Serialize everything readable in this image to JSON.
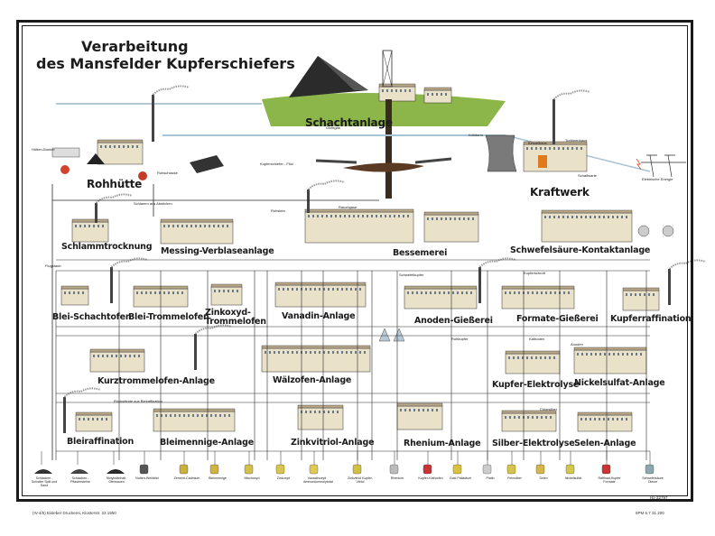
{
  "title": {
    "line1": "Verarbeitung",
    "line2": "des Mansfelder Kupferschiefers"
  },
  "sections": {
    "schachtanlage": "Schachtanlage",
    "rohhuette": "Rohhütte",
    "kraftwerk": "Kraftwerk",
    "schlammtrocknung": "Schlammtrocknung",
    "messing": "Messing-Verblaseanlage",
    "bessemerei": "Bessemerei",
    "schwefelsaeure": "Schwefelsäure-Kontaktanlage",
    "blei_schacht": "Blei-Schachtofen",
    "blei_trommel": "Blei-Trommelofen",
    "zinkoxyd": "Zinkoxyd-Trommelofen",
    "vanadin": "Vanadin-Anlage",
    "anoden": "Anoden-Gießerei",
    "formate": "Formate-Gießerei",
    "kupferraffination": "Kupferraffination",
    "kurztrommel": "Kurztrommelofen-Anlage",
    "waelzofen": "Wälzofen-Anlage",
    "kupfer_elektrolyse": "Kupfer-Elektrolyse",
    "nickelsulfat": "Nickelsulfat-Anlage",
    "bleiraffination": "Bleiraffination",
    "bleimennige": "Bleimennige-Anlage",
    "zinkvitriol": "Zinkvitriol-Anlage",
    "rhenium": "Rhenium-Anlage",
    "silber": "Silber-Elektrolyse",
    "selen": "Selen-Anlage"
  },
  "small_labels": {
    "gichtgas": "Gichtgas",
    "huettenbunker": "Hütten-Bunker",
    "rohschlacke": "Rohschlacke",
    "kupferschiefer": "Kupferschiefer - Flöz",
    "kuehlturm": "Kühlturm",
    "kesselhaus": "Kesselhaus",
    "turbinenhaus": "Turbinenhaus",
    "schaltwarte": "Schaltwarte",
    "elektrische_energie": "Elektrische Energie",
    "schlamm": "Schlamm aus Abstichen",
    "rohstein": "Rohstein",
    "rauchgase": "Rauchgase",
    "schwefelkupfer": "Schwefelkupfer",
    "kupferschrott": "Kupferschrott",
    "rohkupfer": "Rohkupfer",
    "kathoden": "Kathoden",
    "anoden_sm": "Anoden",
    "rueckstaende": "Rückstände aus Bleiraffination",
    "chlorsilber": "Chlorsilber",
    "flugstaub": "Flugstaub"
  },
  "products": [
    "Schlacken - Schotter Split und Sand",
    "Schlacken - Pflastersteine",
    "Molybdänhalt. Ofensauen",
    "Nutten-Werkblei",
    "Zement-Cadmium",
    "Bleimennige",
    "Mischoxyd",
    "Zinkoxyd",
    "Vanadinoxyd Ammoniummolybdat",
    "Zinkvitriol Kupfer-Vitriol",
    "Rhenium",
    "Kupfer-Kathoden",
    "Gold Palladium",
    "Platin",
    "Feinsilber",
    "Selen",
    "Nickelsulfat",
    "Raffinad-Kupfer Formate",
    "Schwefelsäure Oleum"
  ],
  "footer": {
    "left": "(IV-4/5) Eisleber Druckerei, Klosterstr. 23 1950",
    "right": "6PM 6.7 31.200",
    "code": "Hz-32797"
  }
}
